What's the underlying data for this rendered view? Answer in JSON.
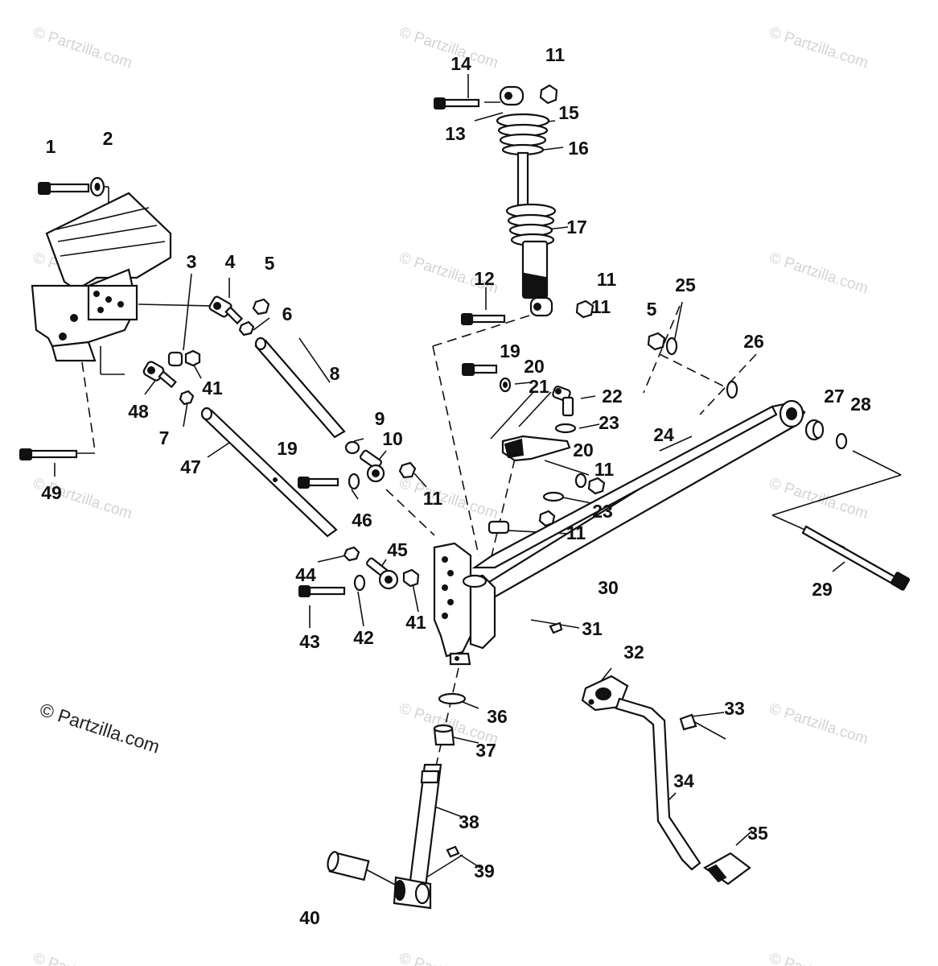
{
  "watermark_text": "© Partzilla.com",
  "copyright_text": "© Partzilla.com",
  "callouts": [
    "1",
    "2",
    "3",
    "4",
    "5",
    "5",
    "6",
    "7",
    "8",
    "9",
    "10",
    "11",
    "11",
    "11",
    "11",
    "11",
    "11",
    "12",
    "13",
    "14",
    "15",
    "16",
    "17",
    "19",
    "19",
    "20",
    "20",
    "21",
    "22",
    "23",
    "23",
    "24",
    "25",
    "26",
    "27",
    "28",
    "29",
    "30",
    "31",
    "32",
    "33",
    "34",
    "35",
    "36",
    "37",
    "38",
    "39",
    "40",
    "41",
    "41",
    "42",
    "43",
    "44",
    "45",
    "46",
    "47",
    "48",
    "49"
  ]
}
